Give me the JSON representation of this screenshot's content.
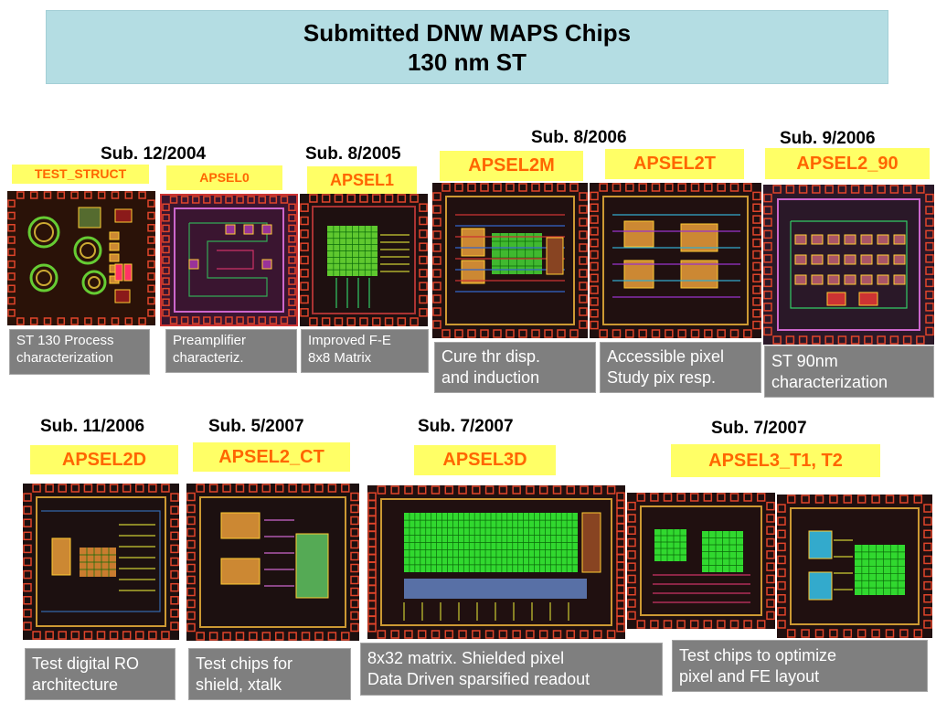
{
  "title": {
    "line1": "Submitted DNW MAPS Chips",
    "line2": "130 nm ST"
  },
  "dates": {
    "d1": "Sub. 12/2004",
    "d2": "Sub. 8/2005",
    "d3": "Sub. 8/2006",
    "d4": "Sub. 9/2006",
    "d5": "Sub. 11/2006",
    "d6": "Sub. 5/2007",
    "d7": "Sub. 7/2007",
    "d8": "Sub. 7/2007"
  },
  "chips": {
    "test_struct": {
      "name": "TEST_STRUCT",
      "desc1": "ST 130 Process",
      "desc2": "characterization"
    },
    "apsel0": {
      "name": "APSEL0",
      "desc1": "Preamplifier",
      "desc2": "characteriz."
    },
    "apsel1": {
      "name": "APSEL1",
      "desc1": "Improved F-E",
      "desc2": "8x8 Matrix"
    },
    "apsel2m": {
      "name": "APSEL2M",
      "desc1": "Cure thr disp.",
      "desc2": "and induction"
    },
    "apsel2t": {
      "name": "APSEL2T",
      "desc1": "Accessible pixel",
      "desc2": "Study pix resp."
    },
    "apsel2_90": {
      "name": "APSEL2_90",
      "desc1": "ST 90nm",
      "desc2": "characterization"
    },
    "apsel2d": {
      "name": "APSEL2D",
      "desc1": "Test digital RO",
      "desc2": "architecture"
    },
    "apsel2_ct": {
      "name": "APSEL2_CT",
      "desc1": "Test chips for",
      "desc2": "shield, xtalk"
    },
    "apsel3d": {
      "name": "APSEL3D",
      "desc1": "8x32 matrix. Shielded pixel",
      "desc2": "Data Driven sparsified readout"
    },
    "apsel3_t": {
      "name": "APSEL3_T1, T2",
      "desc1": "Test chips to optimize",
      "desc2": "pixel and FE layout"
    }
  },
  "colors": {
    "title_bg": "#b4dde3",
    "name_bg": "#ffff66",
    "name_text": "#ff6600",
    "desc_bg": "#7f7f7f",
    "pad": "#e0442a",
    "matrix": "#33ee33"
  }
}
